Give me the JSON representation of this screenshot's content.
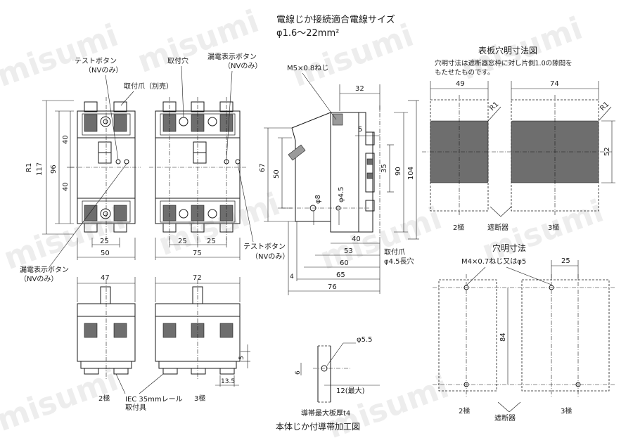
{
  "watermark": "misumi",
  "header": {
    "title": "電線じか接続適合電線サイズ",
    "size": "φ1.6〜22mm²"
  },
  "left_labels": {
    "test_button_top": "テストボタン",
    "nv_only_1": "（NVのみ）",
    "mount_claw": "取付爪（別売）",
    "mount_hole": "取付穴",
    "leak_display_top": "漏電表示ボタン",
    "nv_only_2": "（NVのみ）",
    "leak_display_bottom": "漏電表示ボタン",
    "nv_only_3": "（NVのみ）",
    "test_button_bottom": "テストボタン",
    "nv_only_4": "（NVのみ）"
  },
  "front_dims": {
    "d117": "117",
    "d96": "96",
    "d40a": "40",
    "d40b": "40",
    "r1": "R1",
    "d25a": "25",
    "d50": "50",
    "d25b": "25",
    "d25c": "25",
    "d75": "75"
  },
  "side_view": {
    "screw": "M5×0.8ねじ",
    "d32": "32",
    "d5": "5",
    "d67": "67",
    "d50": "50",
    "d35": "35",
    "d90": "90",
    "d104": "104",
    "d8": "φ8",
    "d45": "φ4.5",
    "d40": "40",
    "d53": "53",
    "d60": "60",
    "d65": "65",
    "d76": "76",
    "d4": "4",
    "claw": "取付爪",
    "slot": "φ4.5長穴"
  },
  "bottom_views": {
    "d47": "47",
    "d72": "72",
    "d5": "5",
    "d135": "13.5",
    "pole2": "2極",
    "pole3": "3極",
    "rail1": "IEC 35mmレール",
    "rail2": "取付具"
  },
  "busbar": {
    "d55": "φ5.5",
    "d6": "6",
    "d12": "12(最大)",
    "thickness": "導帯最大板厚t4",
    "title": "本体じか付導帯加工図"
  },
  "panel": {
    "title": "表板穴明寸法図",
    "note1": "穴明寸法は遮断器窓枠に対し片側1.0の隙間を",
    "note2": "もたせたものです。",
    "d49": "49",
    "d74": "74",
    "r1a": "R1",
    "r1b": "R1",
    "d52": "52",
    "pole2": "2極",
    "breaker": "遮断器",
    "pole3": "3極"
  },
  "hole": {
    "title": "穴明寸法",
    "screw": "M4×0.7ねじ又はφ5",
    "d25": "25",
    "d84": "84",
    "pole2": "2極",
    "breaker": "遮断器",
    "pole3": "3極"
  }
}
